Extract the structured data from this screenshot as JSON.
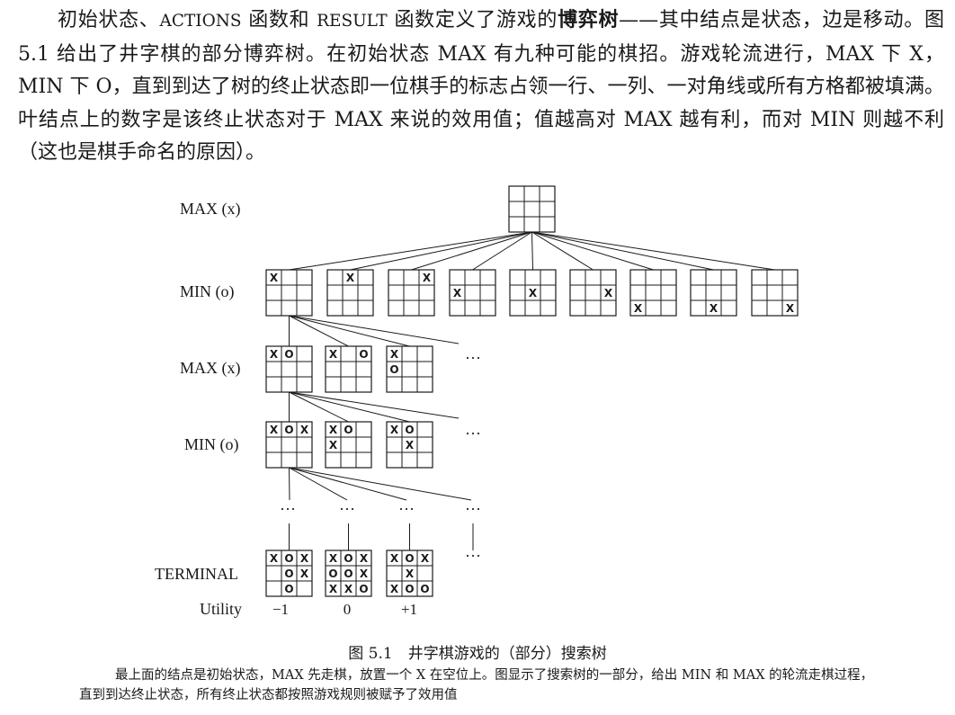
{
  "paragraph": {
    "indent_part1": "初始状态、",
    "actions": "ACTIONS",
    "part2": " 函数和 ",
    "result": "RESULT",
    "part3": " 函数定义了游戏的",
    "bold_term": "博弈树",
    "part4": "——其中结点是状态，边是移动。图 5.1 给出了井字棋的部分博弈树。在初始状态 MAX 有九种可能的棋招。游戏轮流进行，MAX 下 X，MIN 下 O，直到到达了树的终止状态即一位棋手的标志占领一行、一列、一对角线或所有方格都被填满。叶结点上的数字是该终止状态对于 MAX 来说的效用值；值越高对 MAX 越有利，而对 MIN 则越不利（这也是棋手命名的原因）。"
  },
  "figure": {
    "level_labels": {
      "max1": "MAX (x)",
      "min1": "MIN (o)",
      "max2": "MAX (x)",
      "min2": "MIN (o)",
      "terminal": "TERMINAL",
      "utility": "Utility"
    },
    "root_board": [
      "",
      "",
      "",
      "",
      "",
      "",
      "",
      "",
      ""
    ],
    "level1_boards": [
      [
        "X",
        "",
        "",
        "",
        "",
        "",
        "",
        "",
        ""
      ],
      [
        "",
        "X",
        "",
        "",
        "",
        "",
        "",
        "",
        ""
      ],
      [
        "",
        "",
        "X",
        "",
        "",
        "",
        "",
        "",
        ""
      ],
      [
        "",
        "",
        "",
        "X",
        "",
        "",
        "",
        "",
        ""
      ],
      [
        "",
        "",
        "",
        "",
        "X",
        "",
        "",
        "",
        ""
      ],
      [
        "",
        "",
        "",
        "",
        "",
        "X",
        "",
        "",
        ""
      ],
      [
        "",
        "",
        "",
        "",
        "",
        "",
        "X",
        "",
        ""
      ],
      [
        "",
        "",
        "",
        "",
        "",
        "",
        "",
        "X",
        ""
      ],
      [
        "",
        "",
        "",
        "",
        "",
        "",
        "",
        "",
        "X"
      ]
    ],
    "level2_boards": [
      [
        "X",
        "O",
        "",
        "",
        "",
        "",
        "",
        "",
        ""
      ],
      [
        "X",
        "",
        "O",
        "",
        "",
        "",
        "",
        "",
        ""
      ],
      [
        "X",
        "",
        "",
        "O",
        "",
        "",
        "",
        "",
        ""
      ]
    ],
    "level3_boards": [
      [
        "X",
        "O",
        "X",
        "",
        "",
        "",
        "",
        "",
        ""
      ],
      [
        "X",
        "O",
        "",
        "X",
        "",
        "",
        "",
        "",
        ""
      ],
      [
        "X",
        "O",
        "",
        "",
        "X",
        "",
        "",
        "",
        ""
      ]
    ],
    "terminal_boards": [
      [
        "X",
        "O",
        "X",
        "",
        "O",
        "X",
        "",
        "O",
        ""
      ],
      [
        "X",
        "O",
        "X",
        "O",
        "O",
        "X",
        "X",
        "X",
        "O"
      ],
      [
        "X",
        "O",
        "X",
        "",
        "X",
        "",
        "X",
        "O",
        "O"
      ]
    ],
    "utilities": [
      "−1",
      "0",
      "+1"
    ],
    "ellipsis": "···"
  },
  "caption": {
    "title": "图 5.1　井字棋游戏的（部分）搜索树",
    "text": "最上面的结点是初始状态，MAX 先走棋，放置一个 X 在空位上。图显示了搜索树的一部分，给出 MIN 和 MAX 的轮流走棋过程，直到到达终止状态，所有终止状态都按照游戏规则被赋予了效用值"
  }
}
